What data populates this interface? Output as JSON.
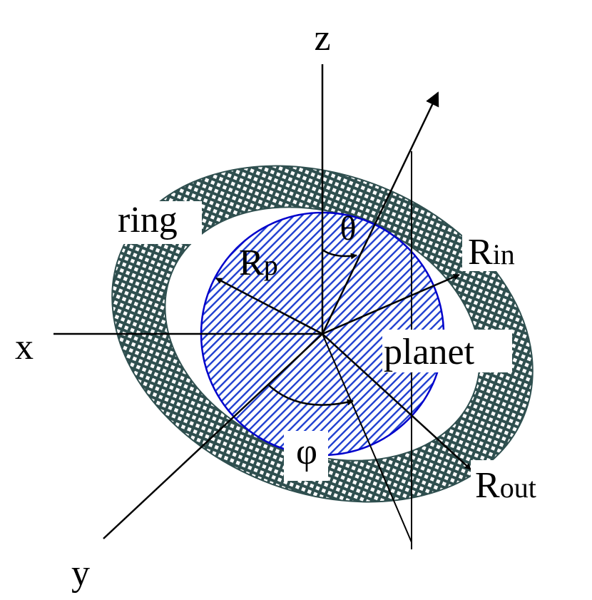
{
  "labels": {
    "z_axis": "z",
    "x_axis": "x",
    "y_axis": "y",
    "ring": "ring",
    "planet": "planet",
    "theta": "θ",
    "phi": "φ",
    "r_planet_main": "R",
    "r_planet_sub": "p",
    "r_in_main": "R",
    "r_in_sub": "in",
    "r_out_main": "R",
    "r_out_sub": "out"
  },
  "colors": {
    "ring_fill": "#2f4f4f",
    "ring_hatch": "#ffffff",
    "planet_outline": "#0000cc",
    "planet_hatch": "#1f3fd0",
    "line": "#000000"
  }
}
